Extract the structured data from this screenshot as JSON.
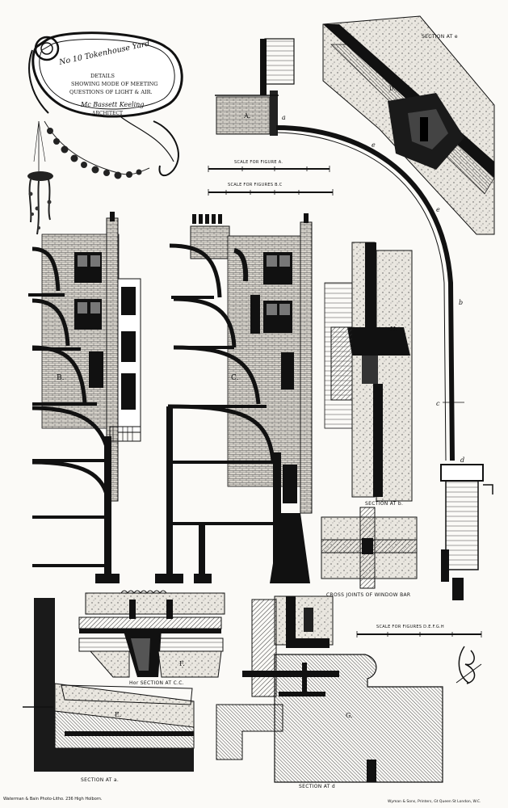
{
  "cartouche": {
    "line1": "No 10 Tokenhouse Yard",
    "line2": "DETAILS",
    "line3": "SHOWING MODE OF MEETING",
    "line4": "QUESTIONS OF LIGHT & AIR.",
    "line5": "Mc Bassett Keeling",
    "line6": "ARCHITECT"
  },
  "sections": {
    "b": "B.",
    "c": "C.",
    "a_fig": "A.",
    "h": "H.",
    "f": "F.",
    "e": "E.",
    "g": "G.",
    "d_fig": "D."
  },
  "marks": {
    "a": "a",
    "b": "b",
    "c": "c",
    "d": "d",
    "e1": "e",
    "e2": "e"
  },
  "captions": {
    "section_e": "SECTION AT e",
    "scale_a": "SCALE FOR FIGURE A.",
    "scale_bc": "SCALE FOR FIGURES B.C",
    "section_b": "SECTION AT b.",
    "cross_joints": "CROSS JOINTS OF WINDOW BAR",
    "scale_defgh": "SCALE FOR FIGURES D.E.F.G.H",
    "hor_section_cc": "Hor SECTION AT C.C.",
    "section_a": "SECTION AT a.",
    "section_d": "SECTION AT d"
  },
  "credits": {
    "left": "Waterman & Bain Photo-Litho. 236 High Holborn.",
    "right": "Wyman & Sons, Printers, Gt Queen St London, W.C."
  },
  "colors": {
    "ink": "#111111",
    "paper": "#fbfaf7",
    "hatch": "#444444"
  }
}
